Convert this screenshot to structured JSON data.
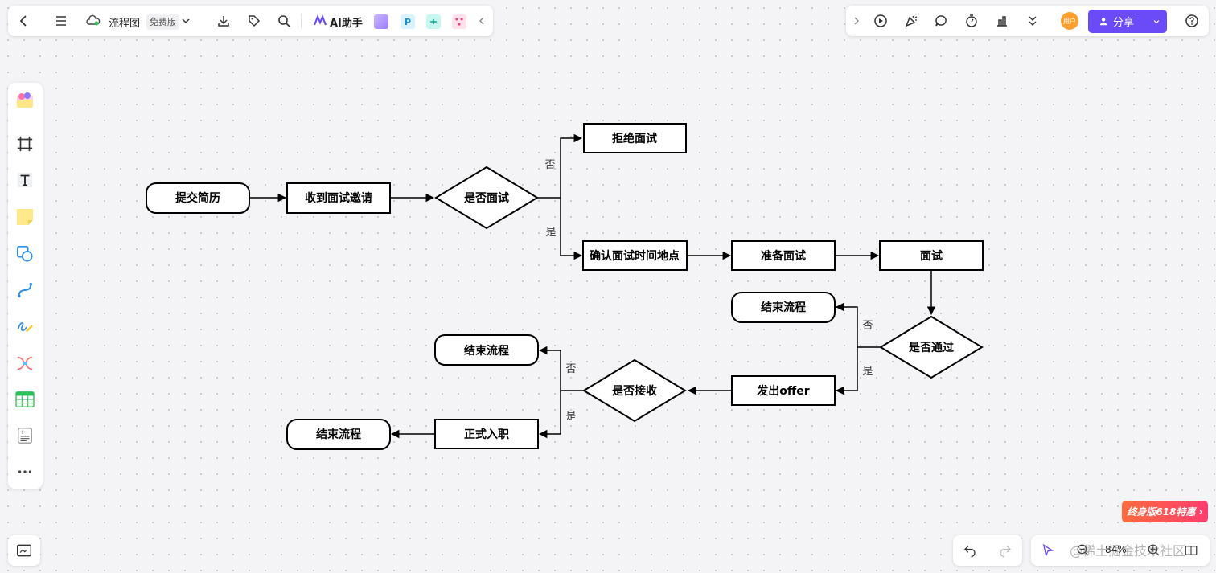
{
  "toolbar": {
    "doc_title": "流程图",
    "plan_badge": "免费版",
    "ai_label": "AI助手",
    "p_label": "P"
  },
  "right_toolbar": {
    "avatar_label": "用户",
    "share_label": "分享"
  },
  "promo": {
    "label": "终身版618特惠 ›"
  },
  "watermark": {
    "text": "@稀土掘金技术社区"
  },
  "zoom": {
    "level": "84%"
  },
  "colors": {
    "accent": "#6a4bf7",
    "promo": "#ff4d5e",
    "avatar": "#ff9f2e"
  },
  "flowchart": {
    "nodes": {
      "submit": "提交简历",
      "invite": "收到面试邀请",
      "decide_interview": "是否面试",
      "reject": "拒绝面试",
      "confirm": "确认面试时间地点",
      "prepare": "准备面试",
      "interview": "面试",
      "end1": "结束流程",
      "decide_pass": "是否通过",
      "offer": "发出offer",
      "decide_accept": "是否接收",
      "end2": "结束流程",
      "onboard": "正式入职",
      "end3": "结束流程"
    },
    "edge_labels": {
      "interview_no": "否",
      "interview_yes": "是",
      "pass_no": "否",
      "pass_yes": "是",
      "accept_no": "否",
      "accept_yes": "是"
    }
  }
}
